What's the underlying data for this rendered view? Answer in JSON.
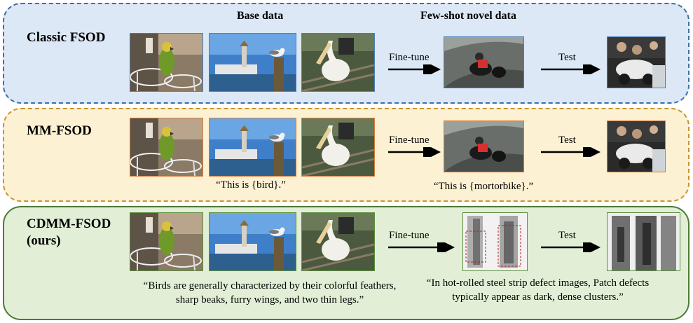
{
  "headers": {
    "base": "Base data",
    "novel": "Few-shot novel data"
  },
  "rows": [
    {
      "label": "Classic FSOD",
      "finetune": "Fine-tune",
      "test": "Test"
    },
    {
      "label": "MM-FSOD",
      "finetune": "Fine-tune",
      "test": "Test",
      "base_caption": "“This is {bird}.”",
      "novel_caption": "“This is {mortorbike}.”"
    },
    {
      "label": "CDMM-FSOD\n(ours)",
      "finetune": "Fine-tune",
      "test": "Test",
      "base_caption": "“Birds are generally characterized by their colorful feathers, sharp beaks, furry wings, and two thin legs.”",
      "novel_caption": "“In hot-rolled steel strip defect images, Patch defects typically appear as dark, dense clusters.”"
    }
  ],
  "images": [
    "parrot",
    "seagull",
    "pelican",
    "motorbike",
    "police-motorbike",
    "steel-defect"
  ],
  "colors": {
    "classic": "#dce8f5",
    "mm": "#fdf1d3",
    "cdmm": "#e2efd6"
  }
}
